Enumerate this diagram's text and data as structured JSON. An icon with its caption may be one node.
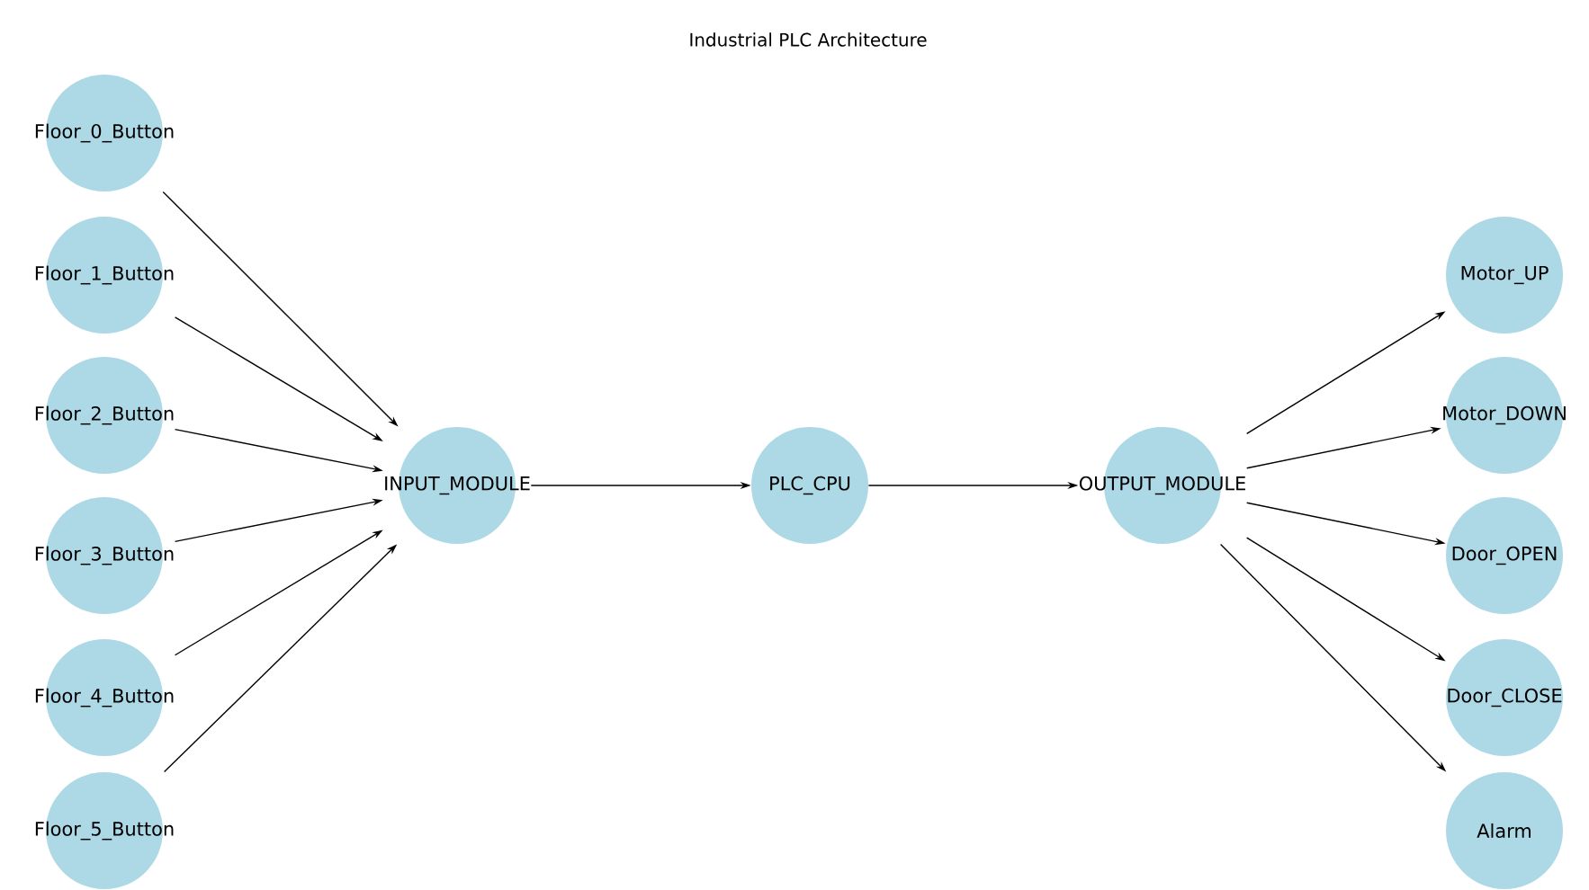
{
  "diagram": {
    "title": "Industrial PLC Architecture",
    "nodes": [
      {
        "text": [
          "Floor_0_Button"
        ]
      },
      {
        "text": [
          "Floor_1_Button"
        ]
      },
      {
        "text": [
          "Floor_2_Button"
        ]
      },
      {
        "text": [
          "Floor_3_Button"
        ]
      },
      {
        "text": [
          "Floor_4_Button"
        ]
      },
      {
        "text": [
          "Floor_5_Button"
        ]
      },
      {
        "text": [
          "INPUT_MODULE"
        ]
      },
      {
        "text": [
          "PLC_CPU"
        ]
      },
      {
        "text": [
          "OUTPUT_MODULE"
        ]
      },
      {
        "text": [
          "Motor_UP"
        ]
      },
      {
        "text": [
          "Motor_DOWN"
        ]
      },
      {
        "text": [
          "Door_OPEN"
        ]
      },
      {
        "text": [
          "Door_CLOSE"
        ]
      },
      {
        "text": [
          "Alarm"
        ]
      }
    ],
    "edges": [
      {
        "from": 0,
        "to": 6,
        "arrow": "to"
      },
      {
        "from": 1,
        "to": 6,
        "arrow": "to"
      },
      {
        "from": 2,
        "to": 6,
        "arrow": "to"
      },
      {
        "from": 3,
        "to": 6,
        "arrow": "to"
      },
      {
        "from": 4,
        "to": 6,
        "arrow": "to"
      },
      {
        "from": 5,
        "to": 6,
        "arrow": "to"
      },
      {
        "from": 6,
        "to": 7,
        "arrow": "to"
      },
      {
        "from": 7,
        "to": 8,
        "arrow": "to"
      },
      {
        "from": 8,
        "to": 9,
        "arrow": "to"
      },
      {
        "from": 8,
        "to": 10,
        "arrow": "to"
      },
      {
        "from": 8,
        "to": 11,
        "arrow": "to"
      },
      {
        "from": 8,
        "to": 12,
        "arrow": "to"
      },
      {
        "from": 8,
        "to": 13,
        "arrow": "to"
      }
    ]
  }
}
